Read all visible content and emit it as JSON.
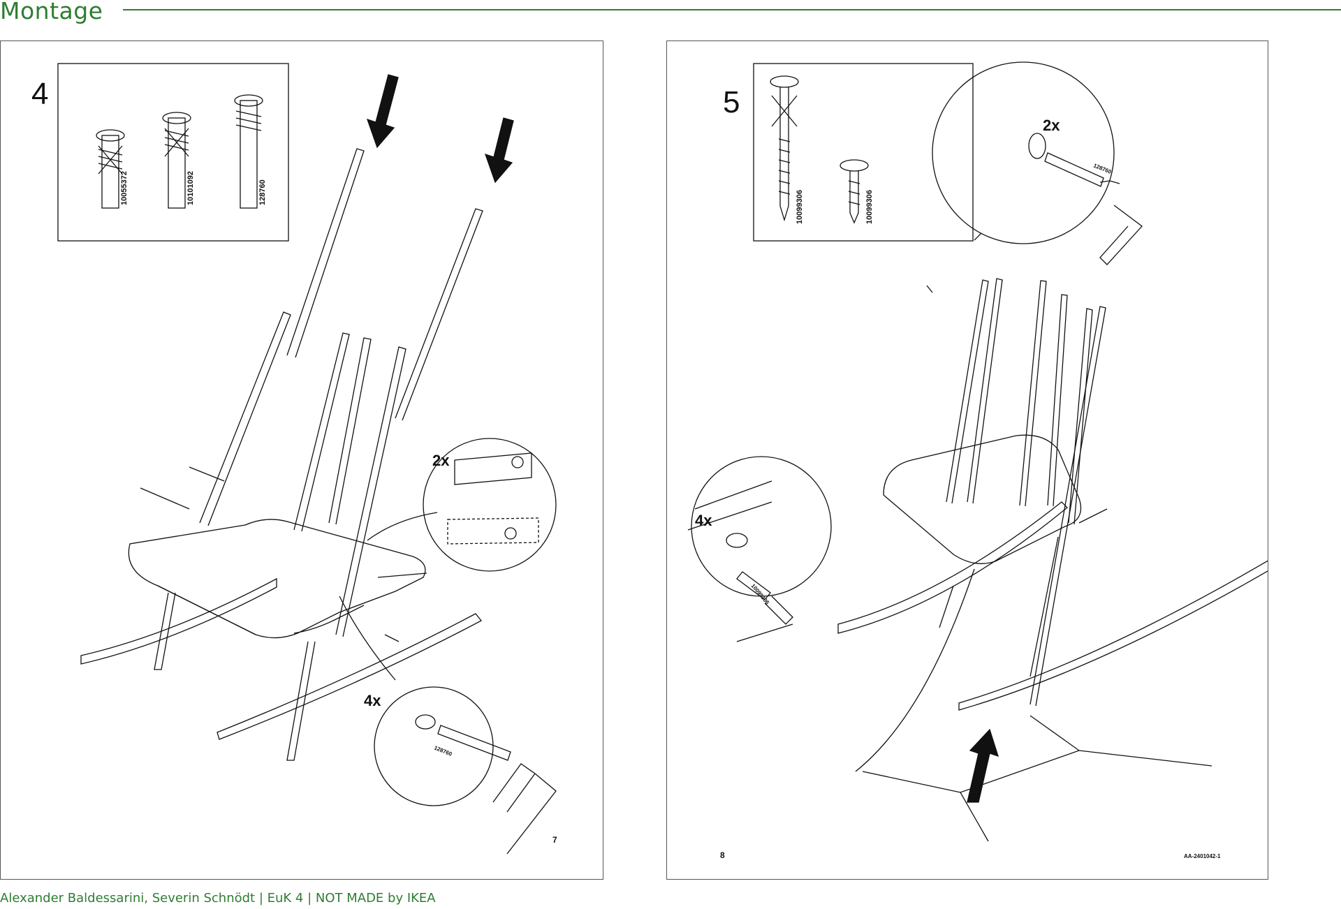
{
  "header": {
    "title": "Montage"
  },
  "footer": {
    "text": "Alexander Baldessarini, Severin Schnödt | EuK 4 | NOT MADE by IKEA"
  },
  "step4": {
    "number": "4",
    "parts": [
      "10055372",
      "10101092",
      "128760"
    ],
    "callout_2x": "2x",
    "callout_4x": "4x",
    "callout_part": "128760",
    "page_number": "7"
  },
  "step5": {
    "number": "5",
    "parts": [
      "10099306",
      "10099306"
    ],
    "callout_2x": "2x",
    "callout_4x": "4x",
    "callout_part_top": "128760",
    "callout_part_left": "10099306",
    "page_number": "8",
    "doc_ref": "AA-2401042-1"
  },
  "colors": {
    "accent": "#2e7d32",
    "line": "#111111"
  }
}
